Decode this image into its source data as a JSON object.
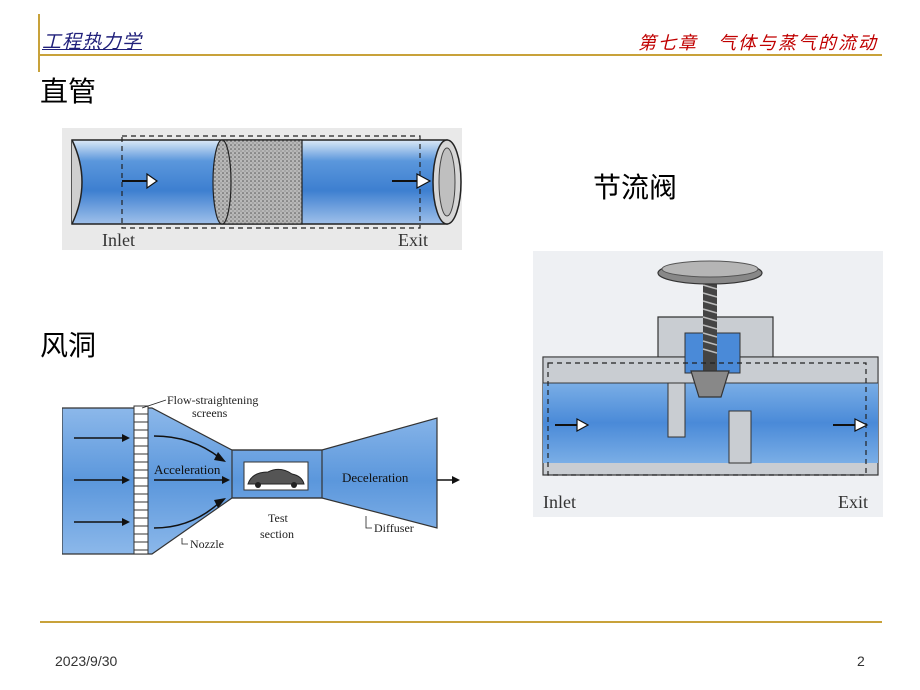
{
  "header": {
    "course_title": "工程热力学",
    "chapter_title": "第七章　气体与蒸气的流动"
  },
  "sections": {
    "straight_pipe": "直管",
    "throttle_valve": "节流阀",
    "wind_tunnel": "风洞"
  },
  "pipe_figure": {
    "inlet_label": "Inlet",
    "exit_label": "Exit"
  },
  "valve_figure": {
    "inlet_label": "Inlet",
    "exit_label": "Exit"
  },
  "tunnel_figure": {
    "screens_label_1": "Flow-straightening",
    "screens_label_2": "screens",
    "acceleration_label": "Acceleration",
    "nozzle_label": "Nozzle",
    "test_label_1": "Test",
    "test_label_2": "section",
    "deceleration_label": "Deceleration",
    "diffuser_label": "Diffuser"
  },
  "footer": {
    "date": "2023/9/30",
    "page_number": "2"
  },
  "colors": {
    "accent_gold": "#c8a23a",
    "header_red": "#c00000",
    "header_blue": "#1f1f7a",
    "flow_blue": "#4a8ad8"
  }
}
